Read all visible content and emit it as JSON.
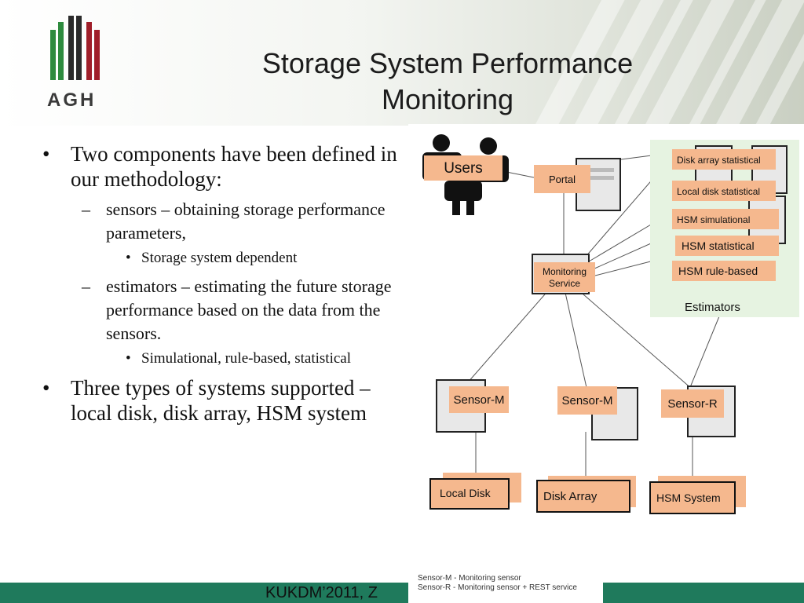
{
  "slide": {
    "title_line1": "Storage System Performance",
    "title_line2": "Monitoring",
    "logo_text": "AGH",
    "footer_text": "KUKDM’2011, Z"
  },
  "bullets": {
    "b1": "Two components have been defined in our methodology:",
    "b1_sub1": "sensors – obtaining storage performance parameters,",
    "b1_sub1_sub1": "Storage system dependent",
    "b1_sub2": "estimators – estimating the future storage performance based on the data from the sensors.",
    "b1_sub2_sub1": "Simulational, rule-based, statistical",
    "b2": "Three types of systems supported – local disk, disk array, HSM system"
  },
  "diagram": {
    "users": "Users",
    "portal": "Portal",
    "monitoring_service_line1": "Monitoring",
    "monitoring_service_line2": "Service",
    "estimators_title": "Estimators",
    "estimator_items": [
      "Disk array statistical",
      "Local disk statistical",
      "HSM simulational",
      "HSM statistical",
      "HSM rule-based"
    ],
    "sensor_1": "Sensor-M",
    "sensor_2": "Sensor-M",
    "sensor_3": "Sensor-R",
    "storage_1": "Local Disk",
    "storage_2": "Disk Array",
    "storage_3": "HSM System",
    "legend_line1": "Sensor-M - Monitoring sensor",
    "legend_line2": "Sensor-R - Monitoring sensor + REST service"
  },
  "colors": {
    "box_fill": "#f5b88e",
    "estimator_panel": "#e6f3e1",
    "footer_bar": "#1f7a5c",
    "logo_green": "#2e8b3e",
    "logo_red": "#a01f2a"
  }
}
